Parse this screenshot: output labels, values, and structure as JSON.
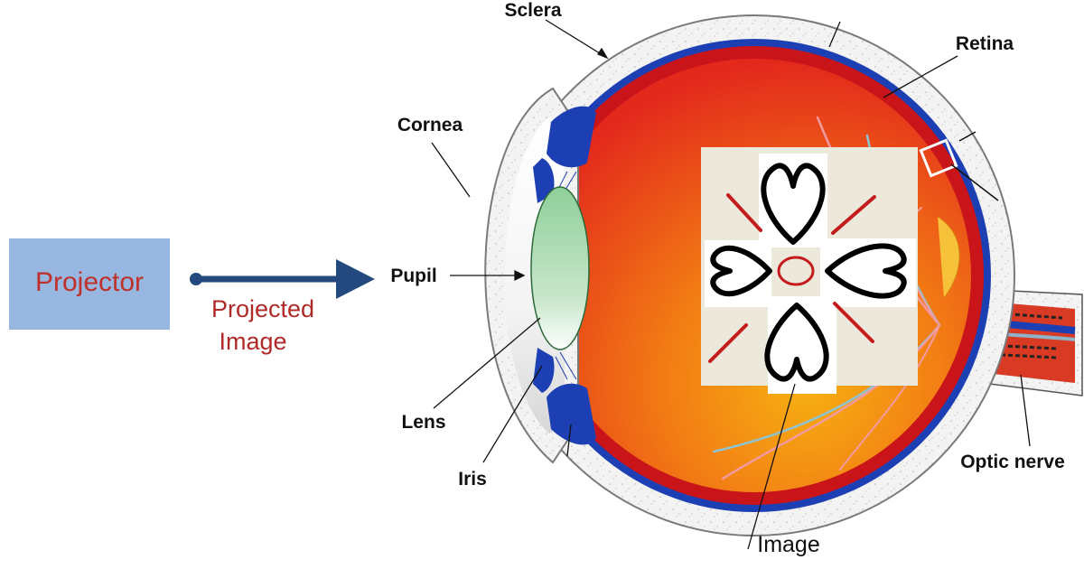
{
  "labels": {
    "sclera": "Sclera",
    "retina": "Retina",
    "cornea": "Cornea",
    "pupil": "Pupil",
    "lens": "Lens",
    "iris": "Iris",
    "optic_nerve": "Optic nerve",
    "image": "Image"
  },
  "projector": {
    "label": "Projector",
    "arrow_label_line1": "Projected",
    "arrow_label_line2": "Image"
  },
  "colors": {
    "projector_box": "#97b6e0",
    "arrow": "#23497e",
    "red_text": "#c0302a",
    "eye_outer": "#f2f2f2",
    "choroid_blue": "#1d3fb4",
    "eye_red": "#e8301c",
    "eye_orange": "#f5a010",
    "lens_green": "#a9d9b0",
    "image_bg": "#ece8dc"
  }
}
